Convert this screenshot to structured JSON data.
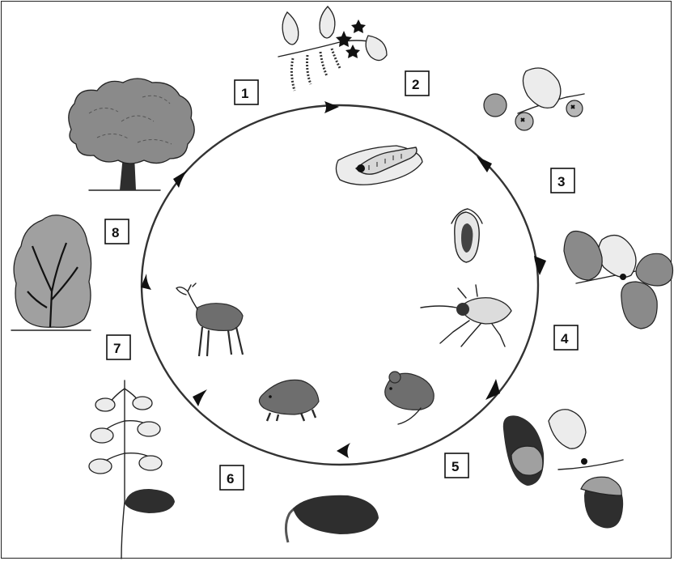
{
  "stages": [
    {
      "label": "1",
      "icon": "tree-icon"
    },
    {
      "label": "2",
      "icon": "flowering-branch-icon"
    },
    {
      "label": "3",
      "icon": "young-acorn-icon"
    },
    {
      "label": "4",
      "icon": "acorn-cluster-icon"
    },
    {
      "label": "5",
      "icon": "ripe-acorn-icon"
    },
    {
      "label": "6",
      "icon": "germinating-acorn-icon"
    },
    {
      "label": "7",
      "icon": "seedling-icon"
    },
    {
      "label": "8",
      "icon": "shrub-icon"
    }
  ],
  "consumers": [
    {
      "icon": "caterpillar-icon"
    },
    {
      "icon": "infested-acorn-icon"
    },
    {
      "icon": "weevil-icon"
    },
    {
      "icon": "mouse-icon"
    },
    {
      "icon": "wild-boar-icon"
    },
    {
      "icon": "deer-icon"
    }
  ],
  "colors": {
    "ink": "#222222",
    "fill_gray": "#8a8a8a",
    "fill_dark": "#2e2e2e",
    "background": "#ffffff"
  }
}
